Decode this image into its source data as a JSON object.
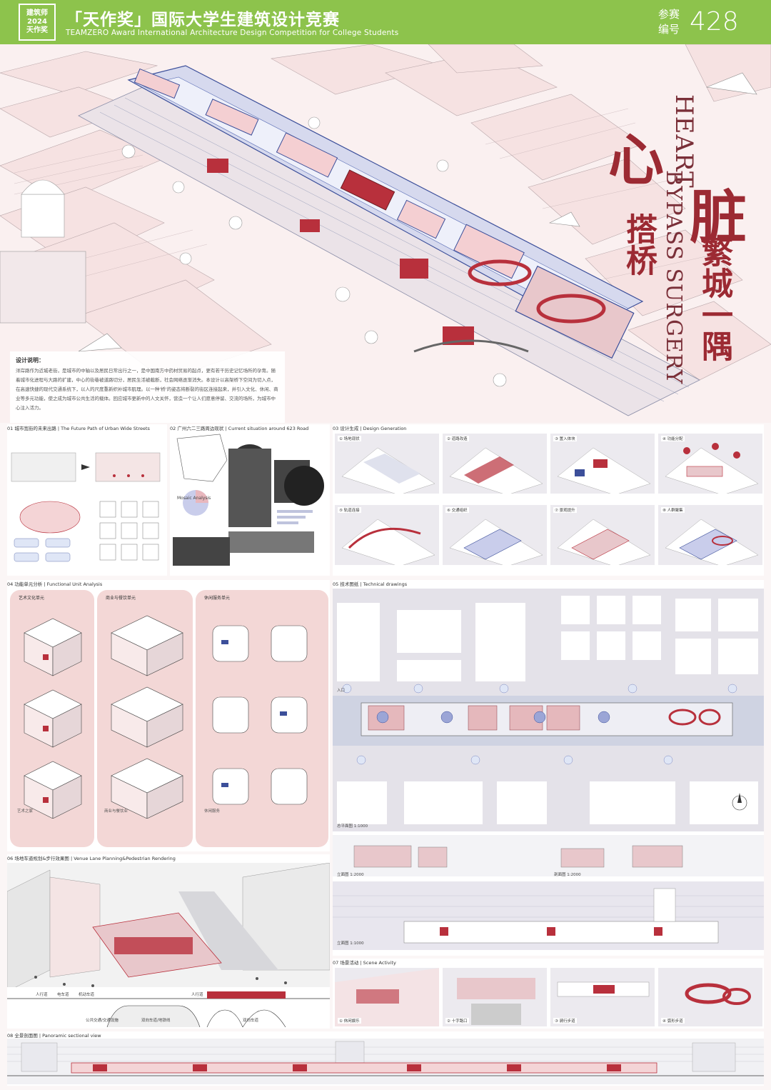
{
  "header": {
    "logo_lines": [
      "建筑师",
      "2024",
      "天作奖"
    ],
    "title_cn": "「天作奖」国际大学生建筑设计竞赛",
    "title_en": "TEAMZERO Award International Architecture Design Competition for College Students",
    "entry_label": "参赛编号",
    "entry_number": "428"
  },
  "hero": {
    "title_xin": "心",
    "title_zang": "脏",
    "title_fancheng": "繁城一隅",
    "title_daqiao": "搭桥",
    "title_en_heart": "HEART",
    "title_en_bypass": "BYPASS SURGERY"
  },
  "design_note": {
    "heading": "设计说明：",
    "body": "洋岸路作为近城老街，是城市的中轴以及居民日常出行之一，是中国南方中药材贸易的起点，更有若干历史记忆场所的孕育。随着城市化进程与大路的扩建，中心的街巷被道路切分，居民生活被截断，社会网络逐渐消失。本设计以高架桥下空间为切入点，在高速快捷的现代交通系统下，以人的尺度重新织补城市肌理。以一种'桥'的姿态将断裂的街区连接起来，并引入文化、休闲、商业等多元功能，使之成为城市公共生活的载体。回应城市更新中的人文关怀，营造一个让人们愿意停留、交流的场所，为城市中心注入活力。"
  },
  "sections": {
    "s01": "01 城市宽街的未来出路 | The Future Path of Urban Wide Streets",
    "s02": "02 广州六二三路周边现状 | Current situation around 623 Road",
    "s03": "03 设计生成 | Design Generation",
    "s04": "04 功能单元分析 | Functional Unit Analysis",
    "s05": "05 技术图纸 | Technical drawings",
    "s06": "06 场地车道规划&步行效果图 | Venue Lane Planning&Pedestrian Rendering",
    "s07": "07 场景活动 | Scene Activity",
    "s08": "08 全景剖面图 | Panoramic sectional view"
  },
  "generation_steps": [
    "① 场地现状",
    "② 道路改造",
    "③ 置入体块",
    "④ 功能分配",
    "⑤ 轨道连接",
    "⑥ 交通组织",
    "⑦ 景观提升",
    "⑧ 人群聚集"
  ],
  "unit_cards": [
    "艺术文化单元",
    "商业与餐饮单元",
    "休闲服务单元"
  ],
  "unit_notes": [
    "艺术之家",
    "商业与餐饮业",
    "休闲服务"
  ],
  "drawing_labels": {
    "plan": "总平面图 1:1000",
    "section_a": "立面图 1:2000",
    "section_b": "剖面图 1:2000",
    "elevation": "立面图 1:1000",
    "entry": "入口"
  },
  "lane_labels": [
    "人行道",
    "电车道",
    "机动车道",
    "人行道"
  ],
  "lane_sections": [
    "公共交通/交通设施",
    "双向车道/地铁线",
    "双向车道"
  ],
  "scene_labels": [
    "① 休闲娱乐",
    "② 十字路口",
    "③ 骑行步道",
    "④ 弧形步道"
  ],
  "map_legend": "Mosaic Analysis"
}
